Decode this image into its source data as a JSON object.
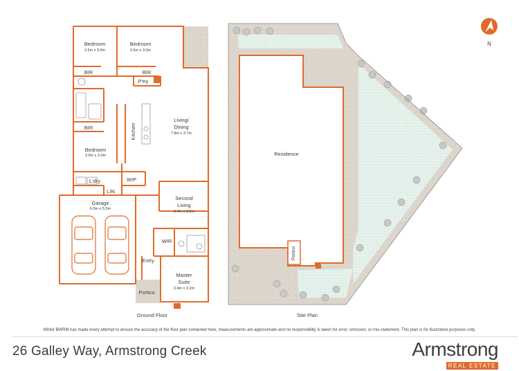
{
  "colors": {
    "accent": "#e06a2a",
    "wall": "#e06a2a",
    "landscape": "#d9d2c8",
    "lawn": "#cfe3db"
  },
  "rooms": {
    "bed1": {
      "name": "Bedroom",
      "size": "3.5m x 3.0m"
    },
    "bed2": {
      "name": "Bedroom",
      "size": "3.5m x 3.0m"
    },
    "bed3": {
      "name": "Bedroom",
      "size": "3.5m x 3.0m"
    },
    "bir1": "BIR",
    "bir2": "BIR",
    "bir3": "BIR",
    "pantry": "P'try",
    "kitchen": "Kitchen",
    "living": {
      "name1": "Living/",
      "name2": "Dining",
      "size": "7.8m x 3.7m"
    },
    "laundry": "L'dry",
    "wip": "WIP",
    "lin": "LIN",
    "garage": {
      "name": "Garage",
      "size": "6.0m x 5.5m"
    },
    "second_living": {
      "name1": "Second",
      "name2": "Living",
      "size": "3.4m x 3.2m"
    },
    "wir": "WIR",
    "entry": "Entry",
    "master": {
      "name1": "Master",
      "name2": "Suite",
      "size": "3.4m x 3.2m"
    },
    "portico": "Portico"
  },
  "plan_labels": {
    "ground_floor": "Ground Floor",
    "site_plan": "Site Plan"
  },
  "site": {
    "residence": "Residence",
    "portico": "Portico"
  },
  "compass": {
    "label": "N",
    "icon": "north-arrow-icon"
  },
  "disclaimer": "Whilst BWRM  has made every attempt to ensure the accuracy of the floor plan contained here, measurements are approximate and no responsibility is taken for error, omission, or mis-statement. This plan is for illustrative purposes only.",
  "address": "26 Galley Way, Armstrong Creek",
  "brand": {
    "name": "Armstrong",
    "sub": "REAL ESTATE"
  }
}
